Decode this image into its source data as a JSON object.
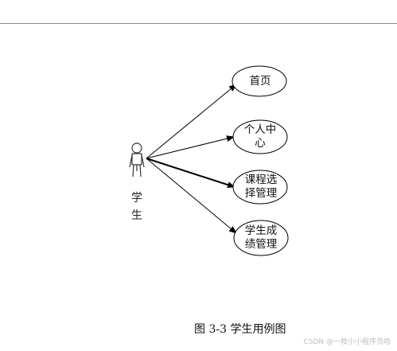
{
  "diagram": {
    "actor": {
      "label": "学 生",
      "icon": "person-icon"
    },
    "use_cases": [
      {
        "label": "首页"
      },
      {
        "label": "个人中心"
      },
      {
        "label": "课程选择管理"
      },
      {
        "label": "学生成绩管理"
      }
    ]
  },
  "caption": "图 3-3  学生用例图",
  "watermark": "CSDN @一枚小小程序员哈"
}
